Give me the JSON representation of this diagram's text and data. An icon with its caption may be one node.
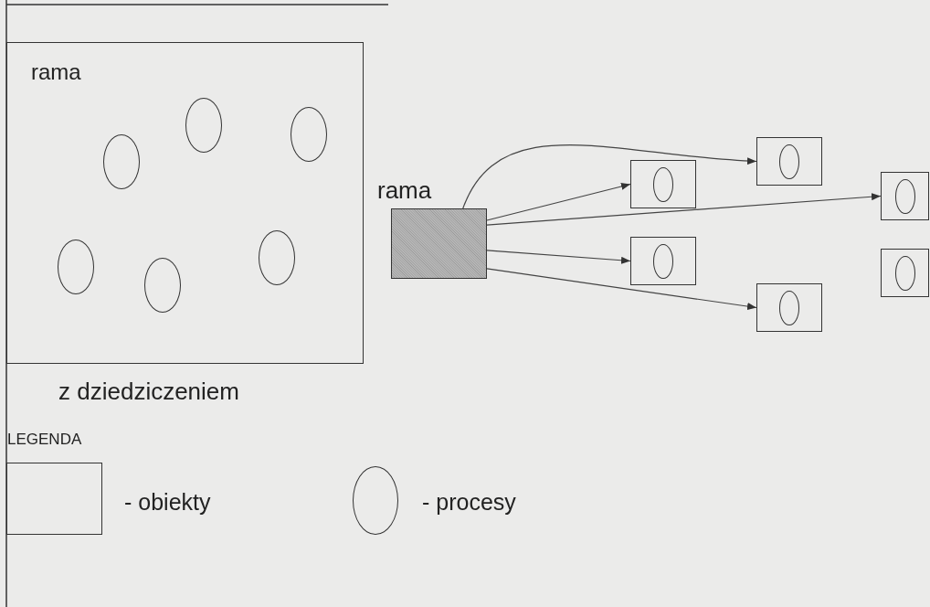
{
  "diagram": {
    "nodes": [
      {
        "text": [
          "rama"
        ],
        "beside": [
          "z dziedziczeniem"
        ]
      },
      {
        "text": [],
        "shape": "circle",
        "in": 0
      },
      {
        "text": [],
        "shape": "circle",
        "in": 0
      },
      {
        "text": [],
        "shape": "circle",
        "in": 0
      },
      {
        "text": [],
        "shape": "circle",
        "in": 0
      },
      {
        "text": [],
        "shape": "circle",
        "in": 0
      },
      {
        "text": [],
        "shape": "circle",
        "in": 0
      },
      {
        "text": [
          "rama"
        ]
      },
      {
        "text": [],
        "shape": "box"
      },
      {
        "text": [],
        "shape": "circle",
        "in": 8
      },
      {
        "text": [],
        "shape": "box"
      },
      {
        "text": [],
        "shape": "circle",
        "in": 10
      },
      {
        "text": [],
        "shape": "box"
      },
      {
        "text": [],
        "shape": "circle",
        "in": 12
      },
      {
        "text": [],
        "shape": "box"
      },
      {
        "text": [],
        "shape": "circle",
        "in": 14
      },
      {
        "text": [],
        "shape": "box"
      },
      {
        "text": [],
        "shape": "circle",
        "in": 16
      },
      {
        "text": [],
        "shape": "box"
      },
      {
        "text": [],
        "shape": "circle",
        "in": 18
      }
    ],
    "edges": [
      {
        "from": 7,
        "to": 8,
        "arrow": "to"
      },
      {
        "from": 7,
        "to": 10,
        "arrow": "to"
      },
      {
        "from": 7,
        "to": 12,
        "arrow": "to"
      },
      {
        "from": 7,
        "to": 14,
        "arrow": "to"
      },
      {
        "from": 7,
        "to": 18,
        "arrow": "to"
      }
    ],
    "labels": [
      "LEGENDA"
    ],
    "legend": [
      {
        "text": "- obiekty"
      },
      {
        "text": "- procesy"
      }
    ]
  }
}
